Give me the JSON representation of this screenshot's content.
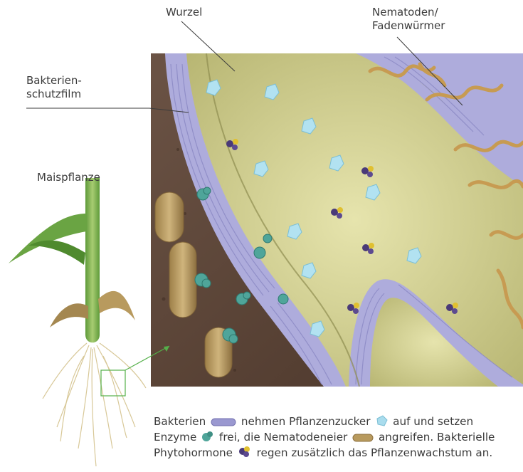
{
  "labels": {
    "root": "Wurzel",
    "nematodes_line1": "Nematoden/",
    "nematodes_line2": "Fadenwürmer",
    "biofilm_line1": "Bakterien-",
    "biofilm_line2": "schutzfilm",
    "plant": "Maispflanze"
  },
  "caption": {
    "t1": "Bakterien",
    "t2": "nehmen Pflanzenzucker",
    "t3": "auf und setzen",
    "t4": "Enzyme",
    "t5": "frei, die Nematodeneier",
    "t6": "angreifen. Bakterielle",
    "t7": "Phytohormone",
    "t8": "regen zusätzlich das Pflanzenwachstum an."
  },
  "icons": [
    "bacterium-icon",
    "sugar-crystal-icon",
    "enzyme-icon",
    "nematode-egg-icon",
    "phytohormone-icon"
  ],
  "colors": {
    "soil": "#5a4336",
    "root": "#d9d79a",
    "bacteria": "#9a98d0",
    "sugar": "#a9dced",
    "egg": "#b89a5e",
    "leader": "#55b04a"
  }
}
